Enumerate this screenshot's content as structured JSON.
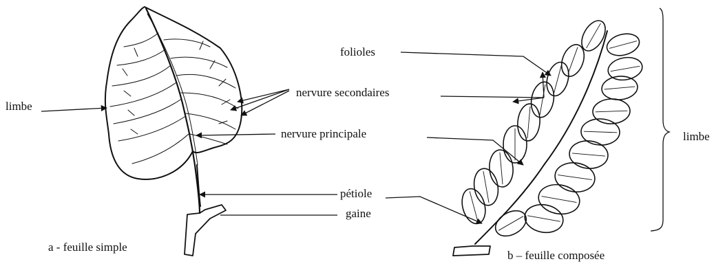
{
  "labels": {
    "limbe_left": "limbe",
    "nervure_secondaires": "nervure secondaires",
    "nervure_principale": "nervure  principale",
    "petiole": "pétiole",
    "gaine": "gaine",
    "folioles": "folioles",
    "limbe_right": "limbe",
    "caption_a": "a - feuille simple",
    "caption_b": "b – feuille composée"
  },
  "colors": {
    "ink": "#111111",
    "background": "#ffffff"
  }
}
